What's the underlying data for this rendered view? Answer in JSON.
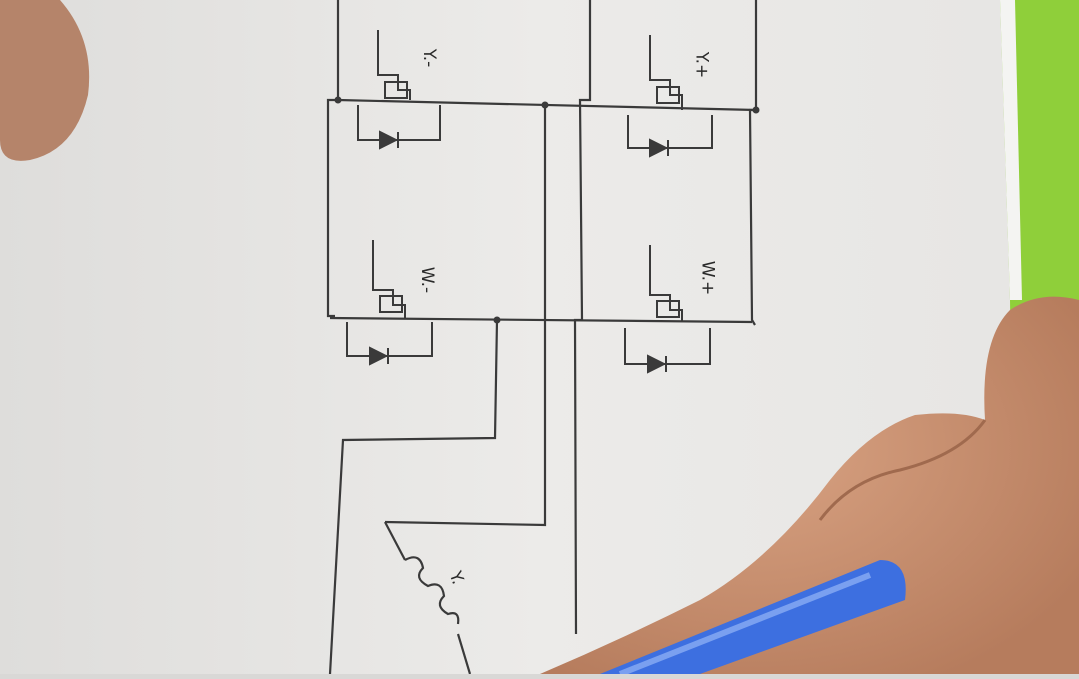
{
  "diagram": {
    "labels": {
      "q1": "Y.-",
      "q2": "Y.+",
      "q3": "W.-",
      "q4": "W.+",
      "coil": "Y."
    },
    "colors": {
      "paper": "#ecebe9",
      "ink": "#3a3a3a",
      "skin": "#c7906f",
      "pen": "#3d6fe0",
      "green_edge": "#8fcf3a"
    }
  }
}
